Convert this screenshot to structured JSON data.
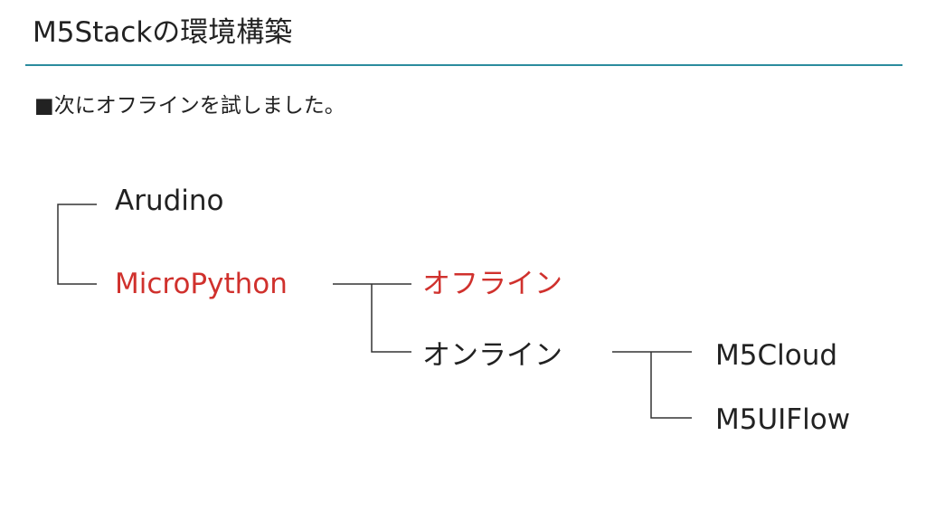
{
  "slide": {
    "title": "M5Stackの環境構築",
    "subtitle": "■次にオフラインを試しました。",
    "accent_color": "#2b8c9e",
    "highlight_color": "#d0312d"
  },
  "tree": {
    "level1": [
      {
        "label": "Arudino",
        "highlighted": false
      },
      {
        "label": "MicroPython",
        "highlighted": true
      }
    ],
    "level2": [
      {
        "label": "オフライン",
        "highlighted": true
      },
      {
        "label": "オンライン",
        "highlighted": false
      }
    ],
    "level3": [
      {
        "label": "M5Cloud",
        "highlighted": false
      },
      {
        "label": "M5UIFlow",
        "highlighted": false
      }
    ]
  }
}
